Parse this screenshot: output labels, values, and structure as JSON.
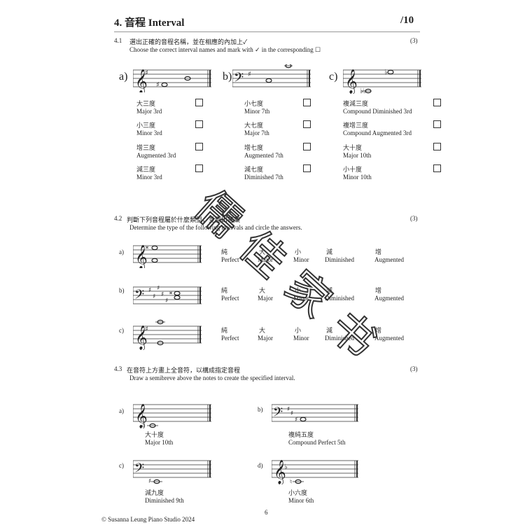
{
  "header": {
    "title": "4. 音程 Interval",
    "score": "/10"
  },
  "q1": {
    "num": "4.1",
    "zh": "選出正確的音程名稱，並在相應的內加上✓",
    "en": "Choose the correct interval names and mark with ✓ in the corresponding ☐",
    "points": "(3)",
    "columns": [
      {
        "label": "a)",
        "options": [
          {
            "zh": "大三度",
            "en": "Major 3rd"
          },
          {
            "zh": "小三度",
            "en": "Minor 3rd"
          },
          {
            "zh": "增三度",
            "en": "Augmented 3rd"
          },
          {
            "zh": "減三度",
            "en": "Minor 3rd"
          }
        ]
      },
      {
        "label": "b)",
        "options": [
          {
            "zh": "小七度",
            "en": "Minor 7th"
          },
          {
            "zh": "大七度",
            "en": "Major 7th"
          },
          {
            "zh": "增七度",
            "en": "Augmented 7th"
          },
          {
            "zh": "減七度",
            "en": "Diminished 7th"
          }
        ]
      },
      {
        "label": "c)",
        "options": [
          {
            "zh": "複減三度",
            "en": "Compound Diminished 3rd"
          },
          {
            "zh": "複增三度",
            "en": "Compound Augmented 3rd"
          },
          {
            "zh": "大十度",
            "en": "Major 10th"
          },
          {
            "zh": "小十度",
            "en": "Minor 10th"
          }
        ]
      }
    ]
  },
  "q2": {
    "num": "4.2",
    "zh": "判斷下列音程屬於什麼類型，並圈出答案",
    "en": "Determine the type of the following intervals and circle the answers.",
    "points": "(3)",
    "labels": [
      "a)",
      "b)",
      "c)"
    ],
    "choices": [
      {
        "zh": "純",
        "en": "Perfect"
      },
      {
        "zh": "大",
        "en": "Major"
      },
      {
        "zh": "小",
        "en": "Minor"
      },
      {
        "zh": "減",
        "en": "Diminished"
      },
      {
        "zh": "增",
        "en": "Augmented"
      }
    ]
  },
  "q3": {
    "num": "4.3",
    "zh": "在音符上方畫上全音符，以構成指定音程",
    "en": "Draw a semibreve above the notes to create the specified interval.",
    "points": "(3)",
    "items": [
      {
        "label": "a)",
        "zh": "大十度",
        "en": "Major 10th"
      },
      {
        "label": "b)",
        "zh": "複純五度",
        "en": "Compound Perfect 5th"
      },
      {
        "label": "c)",
        "zh": "減九度",
        "en": "Diminished 9th"
      },
      {
        "label": "d)",
        "zh": "小六度",
        "en": "Minor 6th"
      }
    ]
  },
  "footer": {
    "copyright": "© Susanna Leung Piano Studio 2024",
    "page": "6"
  },
  "watermark": {
    "text": "儒佳家书"
  }
}
